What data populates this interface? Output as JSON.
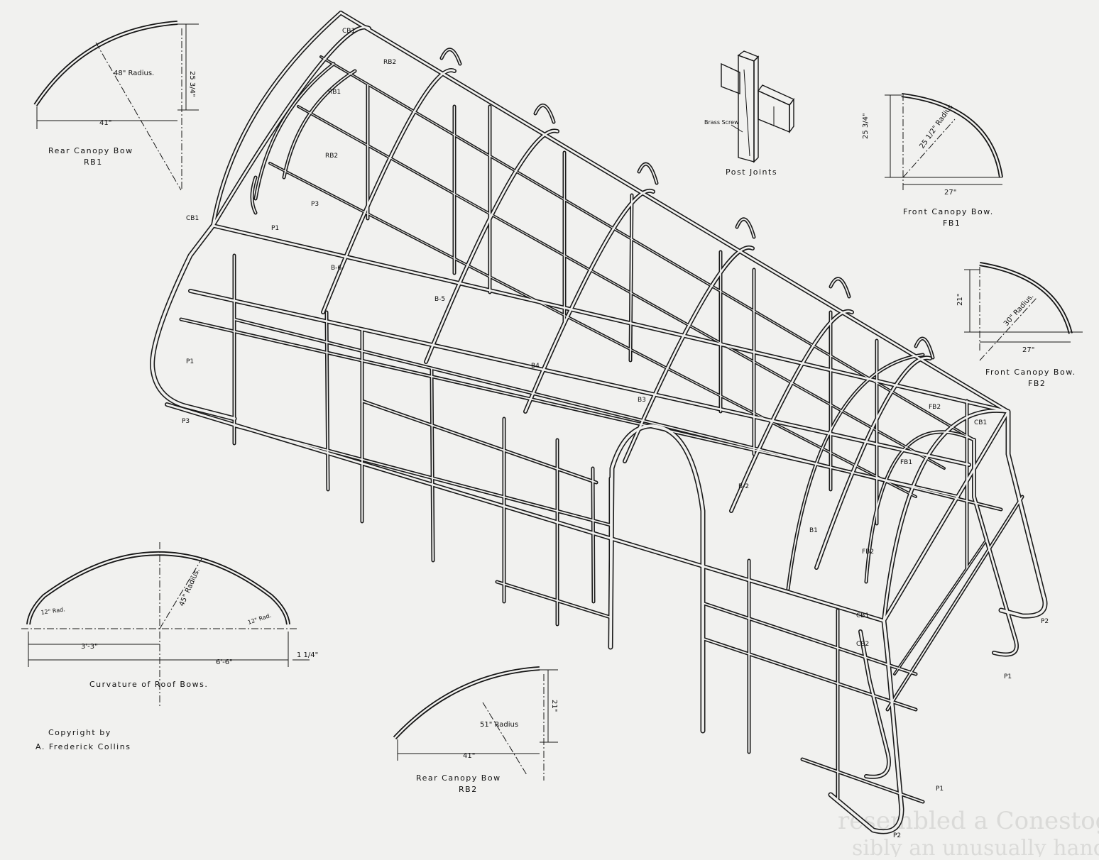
{
  "labels": {
    "rear_canopy_bow_rb1": {
      "caption": "Rear Canopy Bow",
      "code": "RB1",
      "radius": "48\" Radius.",
      "height": "25 3/4\"",
      "width": "41\""
    },
    "post_joints": {
      "caption": "Post Joints",
      "screw": "Brass Screw"
    },
    "front_canopy_bow_fb1": {
      "caption": "Front Canopy Bow.",
      "code": "FB1",
      "radius": "25 1/2\" Radius",
      "height": "25 3/4\"",
      "width": "27\""
    },
    "front_canopy_bow_fb2": {
      "caption": "Front Canopy Bow.",
      "code": "FB2",
      "radius": "30\" Radius.",
      "height": "21\"",
      "width": "27\""
    },
    "curvature_of_roof_bows": {
      "caption": "Curvature of Roof Bows.",
      "radius": "45\" Radius.",
      "left_rad": "12\" Rad.",
      "right_rad": "12\" Rad.",
      "half_width": "3'-3\"",
      "width": "6'-6\"",
      "thickness": "1 1/4\""
    },
    "rear_canopy_bow_rb2": {
      "caption": "Rear Canopy Bow",
      "code": "RB2",
      "radius": "51\" Radius",
      "height": "21\"",
      "width": "41\""
    },
    "copyright": {
      "line1": "Copyright by",
      "line2": "A. Frederick Collins"
    }
  },
  "parts": {
    "cb1_top": "CB1",
    "rb2_top": "RB2",
    "rb1": "RB1",
    "rb2_mid": "RB2",
    "cb1_left": "CB1",
    "p1_rear_upper": "P1",
    "p3_upper": "P3",
    "b6": "B-6",
    "b5": "B-5",
    "b4": "B4",
    "p1_rear_lower": "P1",
    "p3_lower": "P3",
    "b3": "B3",
    "b2": "B-2",
    "b1": "B1",
    "fb2_upper": "FB2",
    "fb1": "FB1",
    "fb2_lower": "FB2",
    "cb1_right": "CB1",
    "cb1_front": "CB1",
    "cb2_front": "CB2",
    "p2_right": "P2",
    "p1_right": "P1",
    "p1_front": "P1",
    "p2_front": "P2"
  },
  "bleed_text": {
    "line1": "resembled a Conestoga wagon mounted on rubber tires,",
    "line2": "sibly an unusually handsome one, the vehicle was well..."
  }
}
